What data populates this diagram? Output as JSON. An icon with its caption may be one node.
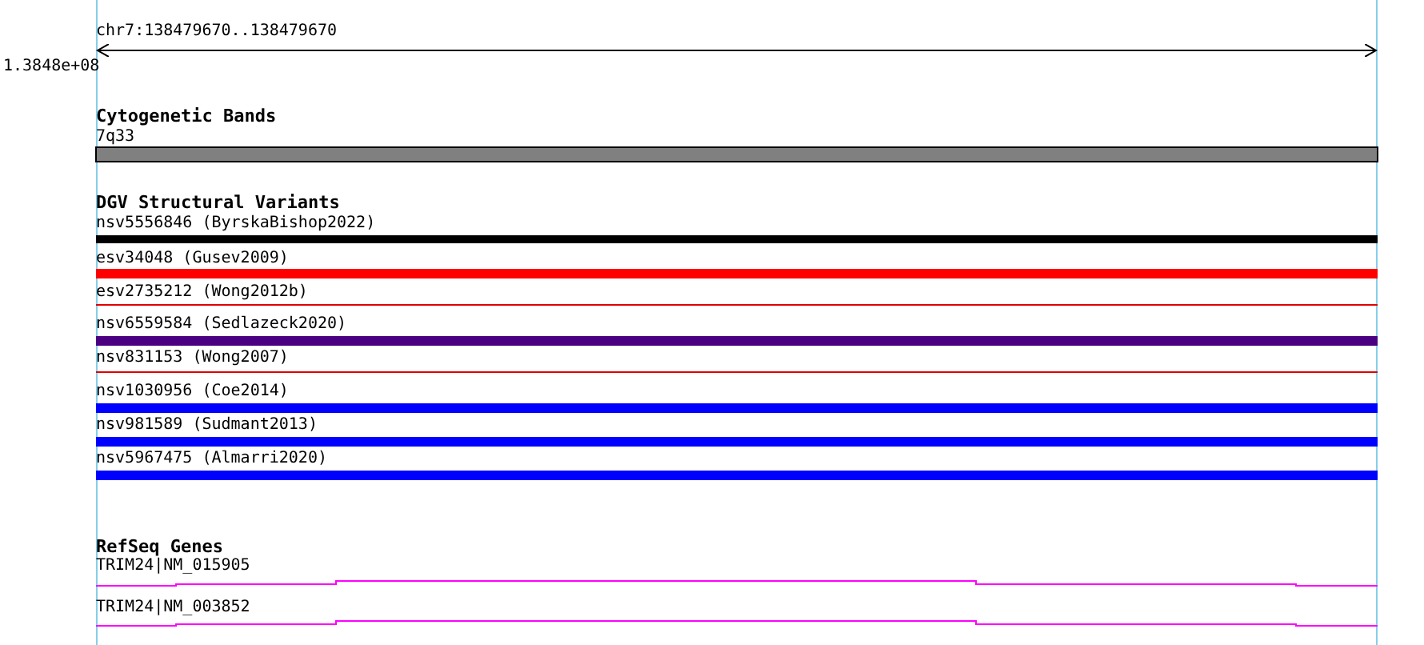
{
  "diagram": {
    "labels": [
      "chr7:138479670..138479670",
      "1.3848e+08",
      "Cytogenetic Bands",
      "7q33",
      "DGV Structural Variants",
      "nsv5556846 (ByrskaBishop2022)",
      "esv34048 (Gusev2009)",
      "esv2735212 (Wong2012b)",
      "nsv6559584 (Sedlazeck2020)",
      "nsv831153 (Wong2007)",
      "nsv1030956 (Coe2014)",
      "nsv981589 (Sudmant2013)",
      "nsv5967475 (Almarri2020)",
      "RefSeq Genes",
      "TRIM24|NM_015905",
      "TRIM24|NM_003852"
    ]
  }
}
